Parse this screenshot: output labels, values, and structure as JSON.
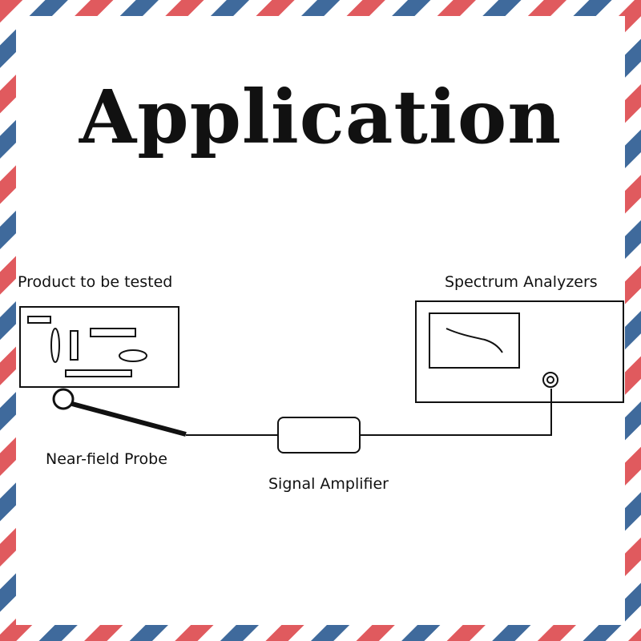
{
  "title": "Application",
  "labels": {
    "product": "Product to be tested",
    "analyzer": "Spectrum Analyzers",
    "probe": "Near-field Probe",
    "amplifier": "Signal Amplifier"
  },
  "colors": {
    "stripe_red": "#e05a5e",
    "stripe_blue": "#3f6a9c",
    "ink": "#111111",
    "background": "#ffffff"
  }
}
